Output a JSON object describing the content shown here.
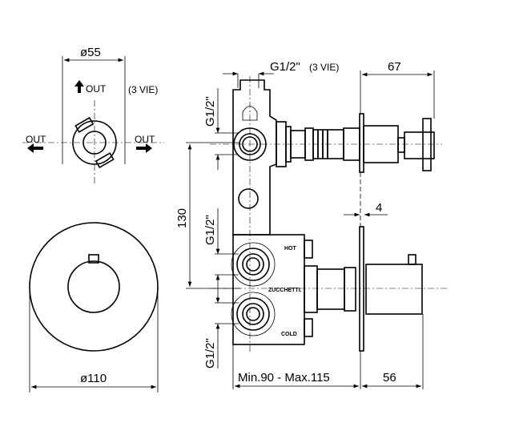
{
  "front_view": {
    "diameter_label": "ø55",
    "out_top": "OUT",
    "out_left": "OUT",
    "out_right": "OUT",
    "ways_note": "(3 VIE)"
  },
  "plate_view": {
    "diameter_label": "ø110"
  },
  "side_view": {
    "top_thread_label": "G1/2\"",
    "top_thread_note": "(3 VIE)",
    "thread_label_1": "G1/2\"",
    "thread_label_2": "G1/2\"",
    "thread_label_3": "G1/2\"",
    "height_label": "130",
    "handle_depth_label": "67",
    "plate_thickness_label": "4",
    "depth_range_label": "Min.90 - Max.115",
    "knob_depth_label": "56",
    "hot_label": "HOT",
    "cold_label": "COLD",
    "brand_label": "ZUCCHETTI."
  }
}
